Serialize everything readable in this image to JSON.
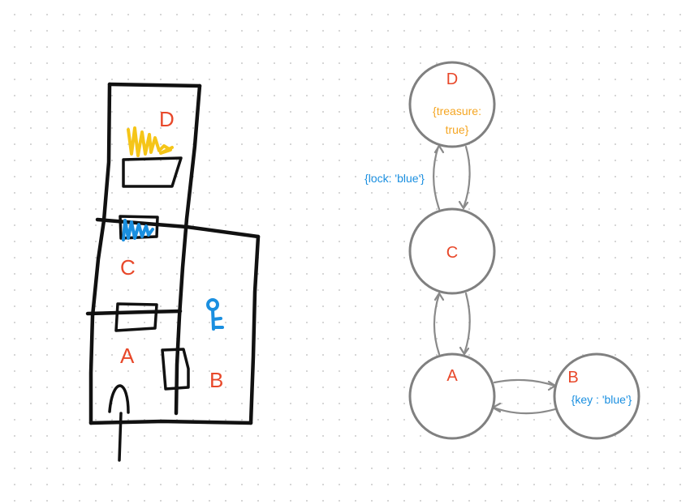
{
  "sketch": {
    "room_d": "D",
    "room_c": "C",
    "room_a": "A",
    "room_b": "B"
  },
  "graph": {
    "nodes": {
      "d": {
        "label": "D",
        "prop_line1": "{treasure:",
        "prop_line2": "true}"
      },
      "c": {
        "label": "C"
      },
      "a": {
        "label": "A"
      },
      "b": {
        "label": "B",
        "prop": "{key : 'blue'}"
      }
    },
    "edge_cd_label": "{lock: 'blue'}"
  },
  "colors": {
    "ink": "#111111",
    "room_label": "#e8482a",
    "treasure": "#f5a623",
    "key_lock": "#1a8fe0",
    "node_stroke": "#808080",
    "edge": "#8a8a8a"
  },
  "icons": {
    "treasure": "treasure-scribble-icon",
    "key": "key-icon",
    "lock": "lock-scribble-icon"
  }
}
